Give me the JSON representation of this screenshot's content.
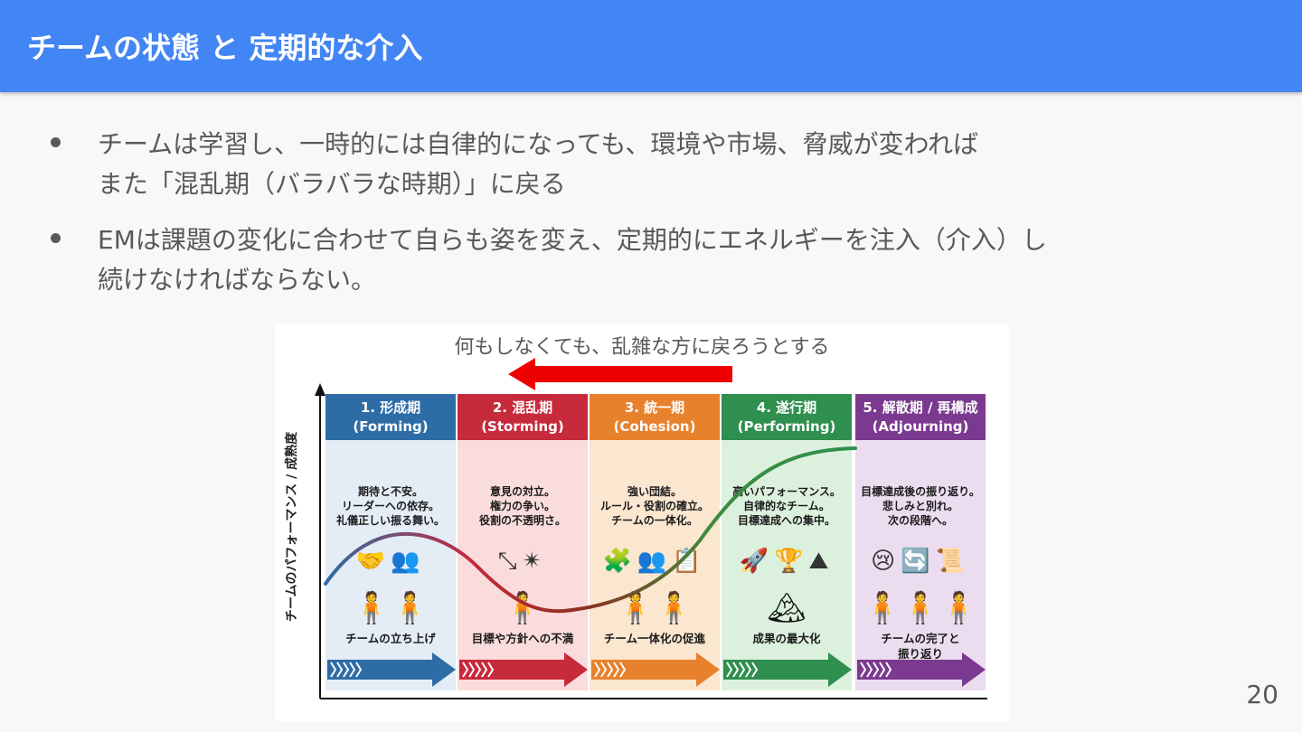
{
  "header": {
    "title": "チームの状態 と 定期的な介入"
  },
  "bullets": [
    {
      "lines": [
        "チームは学習し、一時的には自律的になっても、環境や市場、脅威が変われば",
        "また「混乱期（バラバラな時期）」に戻る"
      ]
    },
    {
      "lines": [
        "EMは課題の変化に合わせて自らも姿を変え、定期的にエネルギーを注入（介入）し",
        "続けなければならない。"
      ]
    }
  ],
  "figure": {
    "caption": "何もしなくても、乱雑な方に戻ろうとする",
    "y_axis_label": "チームのパフォーマンス / 成熟度",
    "stages": [
      {
        "title": "1. 形成期",
        "subtitle": "(Forming)",
        "color": "#2e6ca6",
        "bg": "#e4ecf6",
        "desc": [
          "期待と不安。",
          "リーダーへの依存。",
          "礼儀正しい振る舞い。"
        ],
        "icons": [
          "handshake-icon",
          "group-icon"
        ],
        "icon_glyphs": "🤝👥",
        "figure_glyph": "🧍🧍",
        "result": [
          "チームの立ち上げ"
        ],
        "arrow_color": "#2e6ca6"
      },
      {
        "title": "2. 混乱期",
        "subtitle": "(Storming)",
        "color": "#c62a3b",
        "bg": "#fbdcdc",
        "desc": [
          "意見の対立。",
          "権力の争い。",
          "役割の不透明さ。"
        ],
        "icons": [
          "conflict-arrows-icon",
          "frustrated-head-icon"
        ],
        "icon_glyphs": "⤡✴",
        "figure_glyph": "🧍",
        "result": [
          "目標や方針への不満"
        ],
        "arrow_color": "#c62a3b"
      },
      {
        "title": "3. 統一期",
        "subtitle": "(Cohesion)",
        "color": "#e8812c",
        "bg": "#fbe6d0",
        "desc": [
          "強い団結。",
          "ルール・役割の確立。",
          "チームの一体化。"
        ],
        "icons": [
          "puzzle-icon",
          "team-icon",
          "rules-icon"
        ],
        "icon_glyphs": "🧩👥📋",
        "figure_glyph": "🧍🧍",
        "result": [
          "チーム一体化の促進"
        ],
        "arrow_color": "#e8812c"
      },
      {
        "title": "4. 遂行期",
        "subtitle": "(Performing)",
        "color": "#2f8f4e",
        "bg": "#dcf0de",
        "desc": [
          "高いパフォーマンス。",
          "自律的なチーム。",
          "目標達成への集中。"
        ],
        "icons": [
          "rocket-icon",
          "trophy-icon",
          "mountain-icon"
        ],
        "icon_glyphs": "🚀🏆⛰",
        "figure_glyph": "🏔",
        "result": [
          "成果の最大化"
        ],
        "arrow_color": "#2f8f4e"
      },
      {
        "title": "5. 解散期 / 再構成",
        "subtitle": "(Adjourning)",
        "color": "#7b3a8f",
        "bg": "#ecdcf0",
        "desc": [
          "目標達成後の振り返り。",
          "悲しみと別れ。",
          "次の段階へ。"
        ],
        "icons": [
          "sad-person-icon",
          "cycle-icon",
          "certificate-icon"
        ],
        "icon_glyphs": "😢🔄📜",
        "figure_glyph": "🧍🧍🧍",
        "result": [
          "チームの完了と",
          "振り返り"
        ],
        "arrow_color": "#7b3a8f"
      }
    ]
  },
  "page_number": "20"
}
